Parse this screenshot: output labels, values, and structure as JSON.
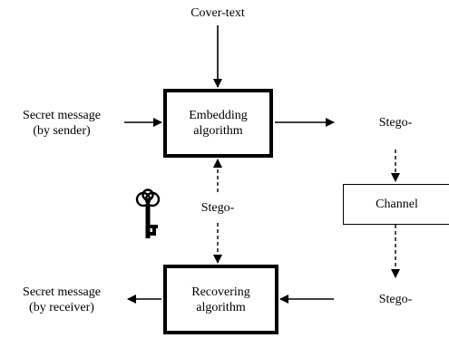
{
  "diagram": {
    "cover_text": "Cover-text",
    "secret_sender_line1": "Secret message",
    "secret_sender_line2": "(by sender)",
    "embedding_line1": "Embedding",
    "embedding_line2": "algorithm",
    "stego_out": "Stego-",
    "channel": "Channel",
    "stego_key": "Stego-",
    "stego_in": "Stego-",
    "recovering_line1": "Recovering",
    "recovering_line2": "algorithm",
    "secret_receiver_line1": "Secret message",
    "secret_receiver_line2": "(by receiver)",
    "key_icon": "key-icon"
  }
}
